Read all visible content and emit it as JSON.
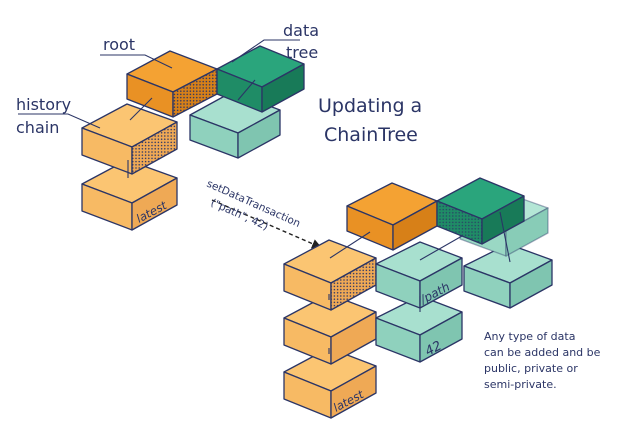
{
  "labels": {
    "root": "root",
    "data": "data",
    "tree": "tree",
    "history": "history",
    "chain": "chain",
    "title_line1": "Updating a",
    "title_line2": "ChainTree",
    "arrow_line1": "setDataTransaction",
    "arrow_line2": "(\"path\", 42)",
    "latest_before": "latest",
    "latest_after": "latest",
    "path_block": "/path",
    "value_block": "42",
    "note": [
      "Any type of data",
      "can be added and be",
      "public, private or",
      "semi-private."
    ]
  },
  "colors": {
    "orange_top": "#f4a233",
    "orange_front": "#e99124",
    "orange_side": "#d78018",
    "dark_green_top": "#2aa57c",
    "dark_green_front": "#1f8c66",
    "light_orange_top": "#fbc572",
    "light_orange_front": "#f7ba64",
    "light_green_top": "#a8e0cf",
    "light_green_front": "#8fd1bd",
    "ink": "#2b3566"
  }
}
